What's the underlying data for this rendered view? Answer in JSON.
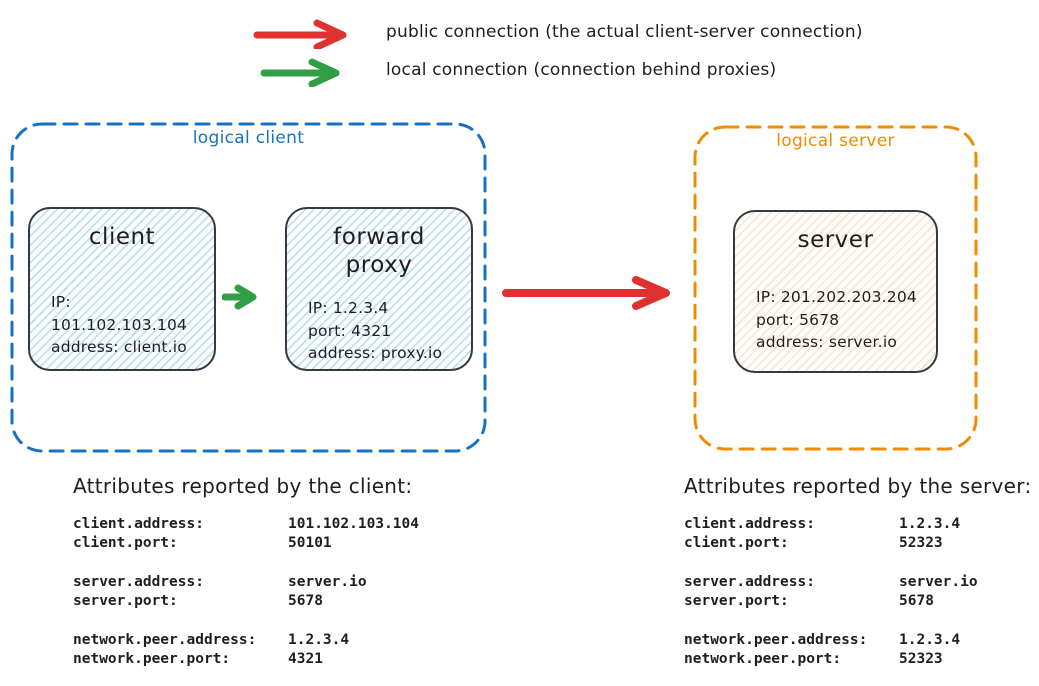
{
  "colors": {
    "public_connection_red": "#e03131",
    "local_connection_green": "#2f9e44",
    "logical_client_blue": "#1971c2",
    "logical_server_orange": "#f08c00",
    "node_border": "#343a40",
    "client_fill_hatch": "#a5d8ff",
    "server_fill_hatch": "#ffd8a8",
    "text": "#1e1e1e"
  },
  "legend": {
    "items": [
      {
        "id": "public",
        "color": "#e03131",
        "label": "public connection (the actual client-server connection)"
      },
      {
        "id": "local",
        "color": "#2f9e44",
        "label": "local connection (connection behind proxies)"
      }
    ]
  },
  "groups": {
    "logical_client": {
      "label": "logical client"
    },
    "logical_server": {
      "label": "logical server"
    }
  },
  "nodes": {
    "client": {
      "title": "client",
      "lines": [
        "IP: 101.102.103.104",
        "address: client.io"
      ]
    },
    "forward_proxy": {
      "title": "forward proxy",
      "lines": [
        "IP: 1.2.3.4",
        "port: 4321",
        "address: proxy.io"
      ]
    },
    "server": {
      "title": "server",
      "lines": [
        "IP: 201.202.203.204",
        "port: 5678",
        "address: server.io"
      ]
    }
  },
  "attributes_client": {
    "heading": "Attributes reported by the client:",
    "rows": [
      {
        "key": "client.address:",
        "value": "101.102.103.104"
      },
      {
        "key": "client.port:",
        "value": "50101"
      },
      {
        "key": "server.address:",
        "value": "server.io"
      },
      {
        "key": "server.port:",
        "value": "5678"
      },
      {
        "key": "network.peer.address:",
        "value": "1.2.3.4"
      },
      {
        "key": "network.peer.port:",
        "value": "4321"
      }
    ]
  },
  "attributes_server": {
    "heading": "Attributes reported by the server:",
    "rows": [
      {
        "key": "client.address:",
        "value": "1.2.3.4"
      },
      {
        "key": "client.port:",
        "value": "52323"
      },
      {
        "key": "server.address:",
        "value": "server.io"
      },
      {
        "key": "server.port:",
        "value": "5678"
      },
      {
        "key": "network.peer.address:",
        "value": "1.2.3.4"
      },
      {
        "key": "network.peer.port:",
        "value": "52323"
      }
    ]
  }
}
